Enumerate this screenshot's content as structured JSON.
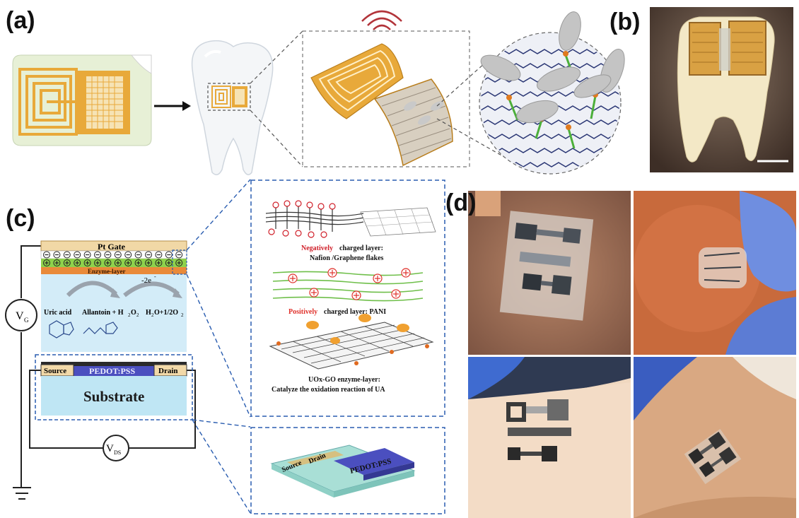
{
  "panels": {
    "a": "(a)",
    "b": "(b)",
    "c": "(c)",
    "d": "(d)"
  },
  "circuit": {
    "gate": "Pt Gate",
    "enzyme": "Enzyme-layer",
    "reaction_uric": "Uric acid",
    "reaction_allantoin": "Allantoin + H",
    "reaction_allantoin_sub": "2",
    "reaction_allantoin_o": "O",
    "reaction_allantoin_o_sub": "2",
    "electron": "-2e",
    "electron_sup": "-",
    "reaction_product": "H",
    "reaction_product_sub1": "2",
    "reaction_product_rest": "O+1/2O",
    "reaction_product_sub2": "2",
    "vg": "V",
    "vg_sub": "G",
    "vds": "V",
    "vds_sub": "DS",
    "source": "Source",
    "pedot": "PEDOT:PSS",
    "drain": "Drain",
    "substrate": "Substrate"
  },
  "zoom": {
    "neg_word": "Negatively",
    "neg_rest": " charged layer:",
    "neg_line2": "Nafion /Graphene flakes",
    "pos_word": "Positively",
    "pos_rest": " charged layer: PANI",
    "uox_line1": "UOx-GO enzyme-layer:",
    "uox_line2": "Catalyze  the oxidation  reaction of UA",
    "device_source": "Source",
    "device_drain": "Drain",
    "device_pedot": "PEDOT:PSS"
  },
  "colors": {
    "gold": "#e8a93a",
    "dashed_blue": "#2a5db0",
    "negative_red": "#d0202a",
    "positive_red": "#e0302a",
    "pedot_blue": "#4b4fbf",
    "substrate": "#bfe6f4"
  }
}
